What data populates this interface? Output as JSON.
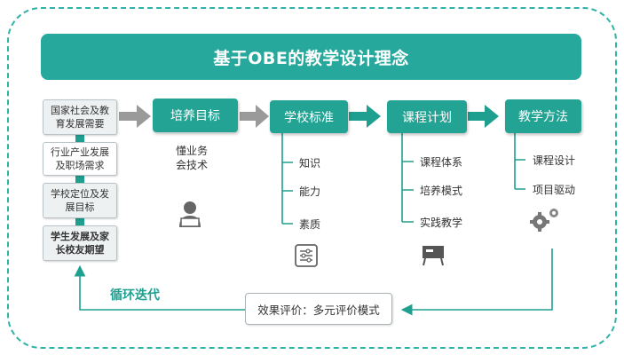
{
  "title": "基于OBE的教学设计理念",
  "inputs": [
    "国家社会及教育发展需要",
    "行业产业发展及职场需求",
    "学校定位及发展目标",
    "学生发展及家长校友期望"
  ],
  "stages": [
    {
      "label": "培养目标",
      "note": "懂业务会技术",
      "icon": "user-laptop-icon"
    },
    {
      "label": "学校标准",
      "items": [
        "知识",
        "能力",
        "素质"
      ],
      "icon": "sliders-icon"
    },
    {
      "label": "课程计划",
      "items": [
        "课程体系",
        "培养模式",
        "实践教学"
      ],
      "icon": "presentation-board-icon"
    },
    {
      "label": "教学方法",
      "items": [
        "课程设计",
        "项目驱动"
      ],
      "icon": "gears-icon"
    }
  ],
  "evaluation": "效果评价：多元评价模式",
  "cycle_label": "循环迭代",
  "colors": {
    "accent": "#26a99c",
    "arrow_grey": "#9a9a9a",
    "frame": "#2fb3a7"
  }
}
